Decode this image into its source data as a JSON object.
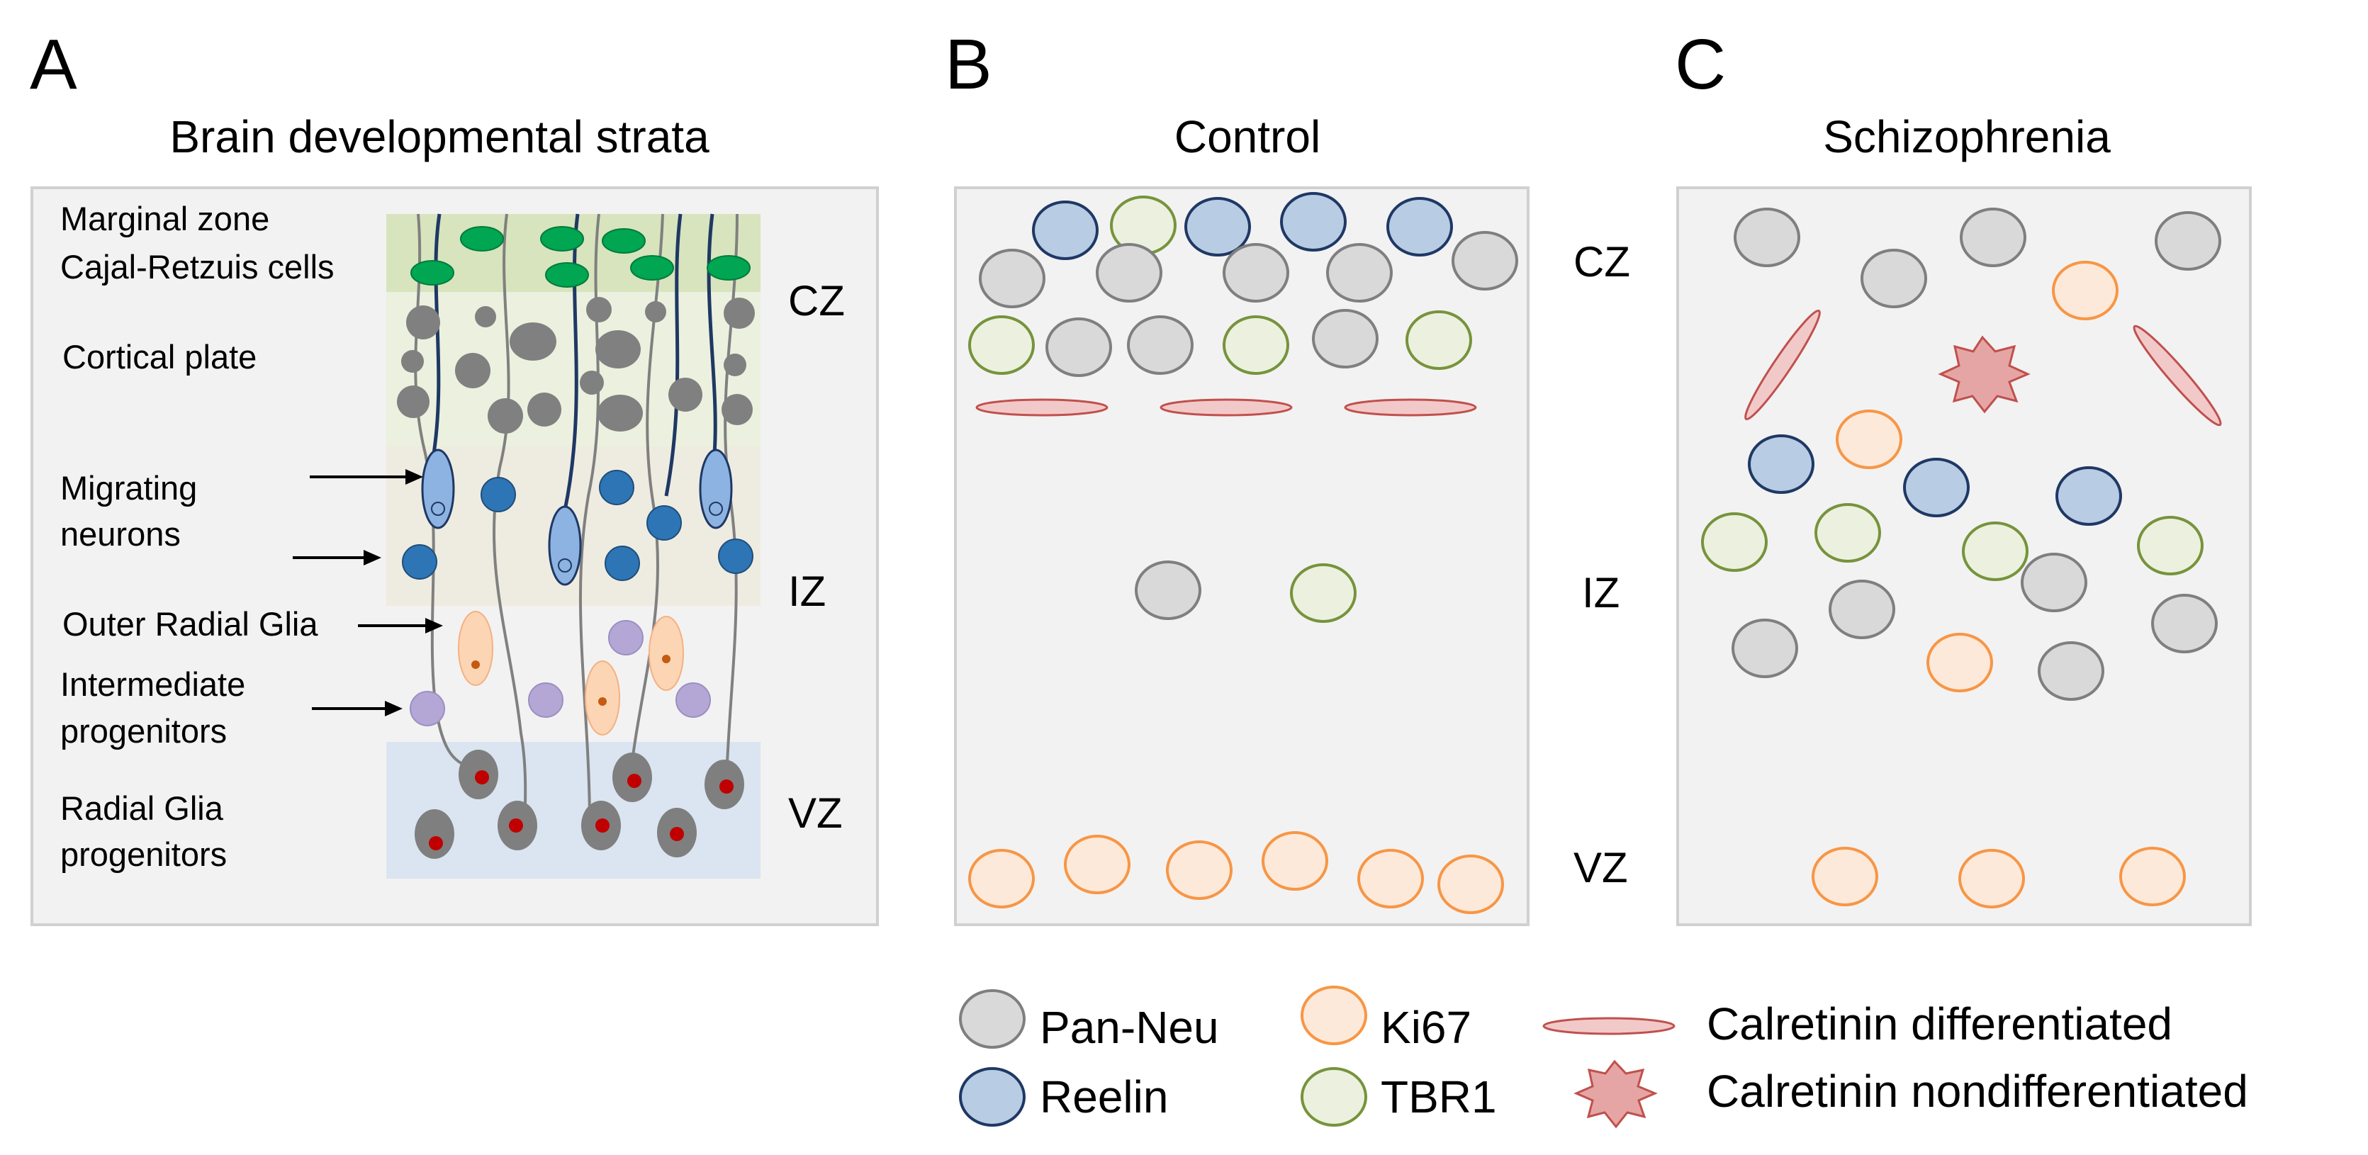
{
  "panels": {
    "a": {
      "letter": "A",
      "title": "Brain developmental strata",
      "labels": {
        "marginal_zone": "Marginal zone",
        "cajal_retzius": "Cajal-Retzuis cells",
        "cortical_plate": "Cortical plate",
        "migrating_1": "Migrating",
        "migrating_2": "neurons",
        "outer_radial_glia": "Outer Radial Glia",
        "intermediate_1": "Intermediate",
        "intermediate_2": "progenitors",
        "radial_glia_1": "Radial Glia",
        "radial_glia_2": "progenitors"
      },
      "strata": {
        "cz": "CZ",
        "iz": "IZ",
        "vz": "VZ"
      }
    },
    "b": {
      "letter": "B",
      "title": "Control",
      "strata": {
        "cz": "CZ",
        "iz": "IZ",
        "vz": "VZ"
      }
    },
    "c": {
      "letter": "C",
      "title": "Schizophrenia"
    }
  },
  "legend": {
    "pan_neu": "Pan-Neu",
    "reelin": "Reelin",
    "ki67": "Ki67",
    "tbr1": "TBR1",
    "calretinin_diff": "Calretinin differentiated",
    "calretinin_nondiff": "Calretinin nondifferentiated"
  },
  "colors": {
    "panel_bg": "#f2f2f2",
    "panel_border": "#d0d0d0",
    "pan_neu_fill": "#d9d9d9",
    "pan_neu_stroke": "#7f7f7f",
    "reelin_fill": "#b8cce4",
    "reelin_stroke": "#1f3864",
    "ki67_fill": "#fde9d9",
    "ki67_stroke": "#f79646",
    "tbr1_fill": "#ebf1de",
    "tbr1_stroke": "#77933c",
    "calretinin_fill": "#f2c9c9",
    "calretinin_stroke": "#c0504d",
    "marginal_band": "#d7e4bd",
    "cortical_band": "#ebf1de",
    "migrating_band": "#eeece1",
    "progenitor_band": "#f2f2f2",
    "ventricular_band": "#dbe5f1"
  }
}
